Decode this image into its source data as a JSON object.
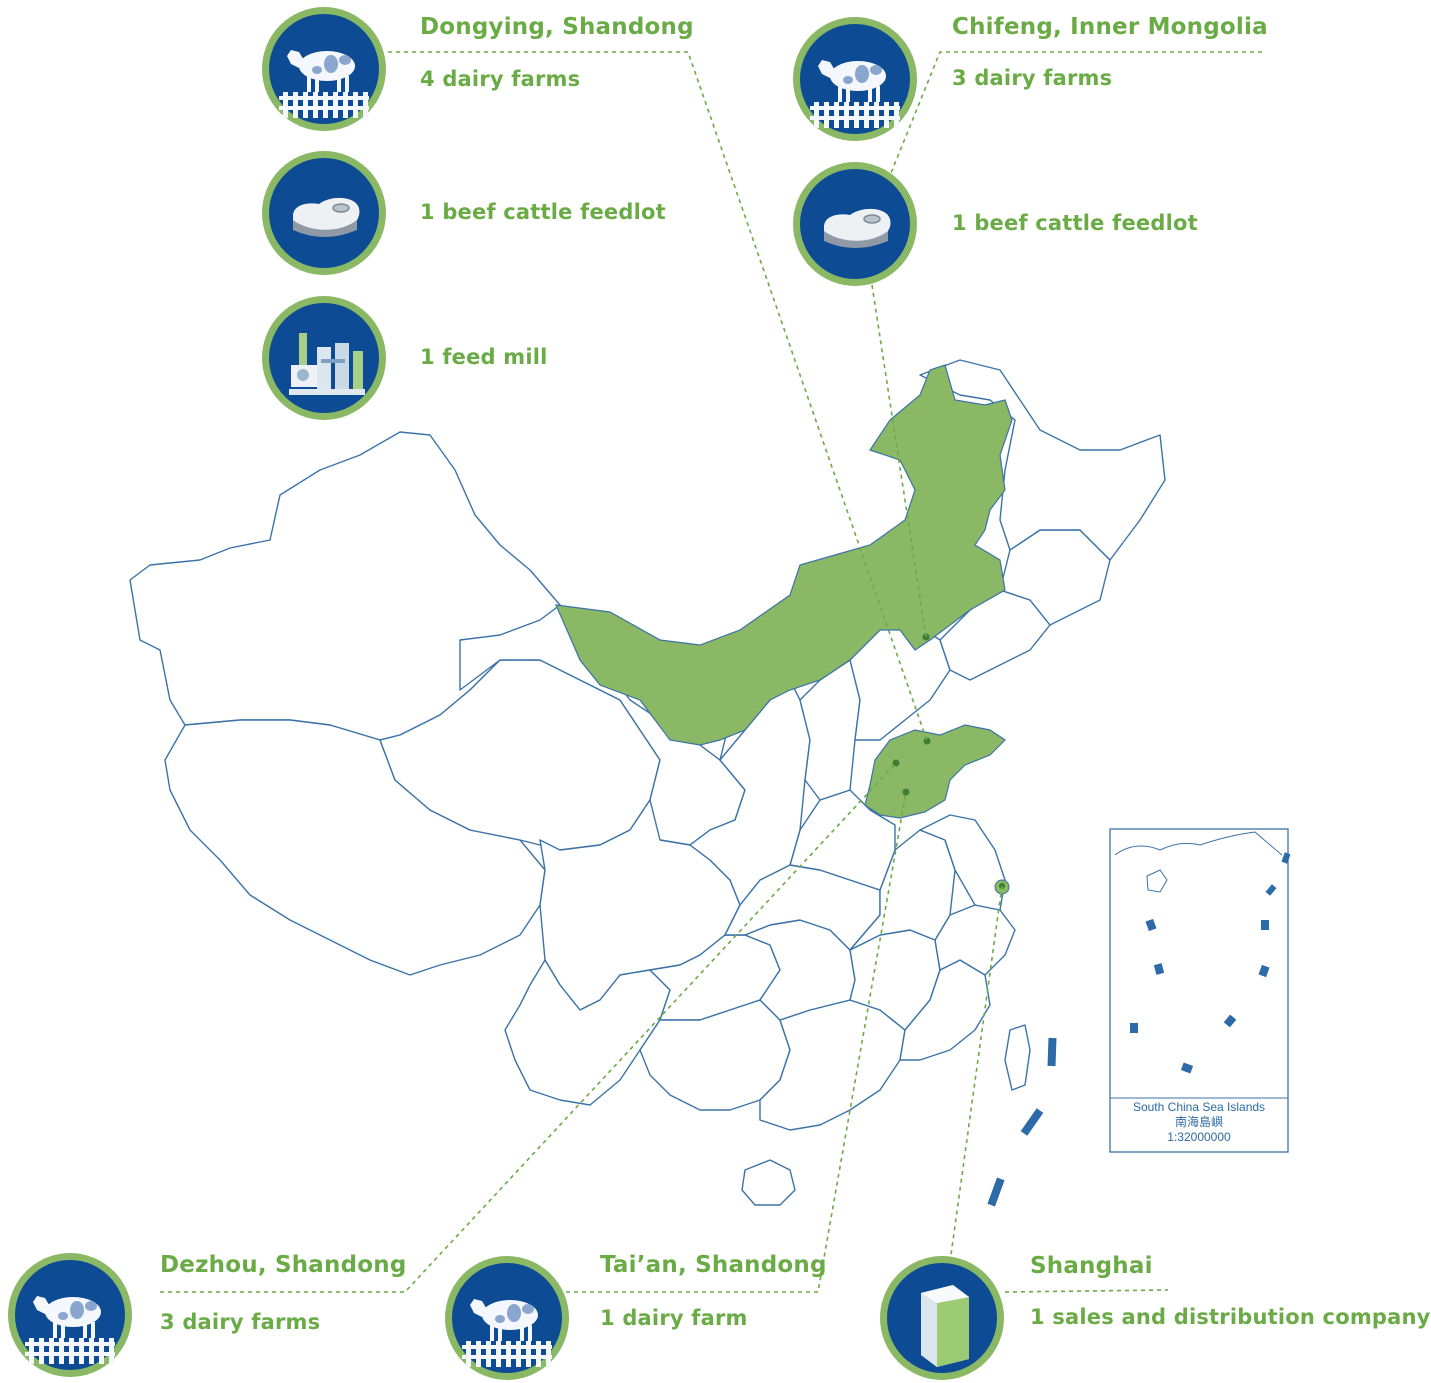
{
  "colors": {
    "highlight": "#8ab864",
    "label": "#6aab45",
    "border": "#3b73a8",
    "badge_bg": "#0d4c94"
  },
  "locations": [
    {
      "id": "dongying",
      "title": "Dongying, Shandong",
      "facilities": [
        "4 dairy farms",
        "1 beef cattle feedlot",
        "1 feed mill"
      ],
      "icons": [
        "cow-icon",
        "beef-steak-icon",
        "feed-mill-icon"
      ]
    },
    {
      "id": "chifeng",
      "title": "Chifeng, Inner Mongolia",
      "facilities": [
        "3 dairy farms",
        "1 beef cattle feedlot"
      ],
      "icons": [
        "cow-icon",
        "beef-steak-icon"
      ]
    },
    {
      "id": "dezhou",
      "title": "Dezhou, Shandong",
      "facilities": [
        "3 dairy farms"
      ],
      "icons": [
        "cow-icon"
      ]
    },
    {
      "id": "taian",
      "title": "Tai’an, Shandong",
      "facilities": [
        "1 dairy farm"
      ],
      "icons": [
        "cow-icon"
      ]
    },
    {
      "id": "shanghai",
      "title": "Shanghai",
      "facilities": [
        "1 sales and distribution company"
      ],
      "icons": [
        "milk-carton-icon"
      ]
    }
  ],
  "inset": {
    "title": "South China Sea Islands",
    "title_cn": "南海島嶼",
    "scale": "1:32000000"
  }
}
